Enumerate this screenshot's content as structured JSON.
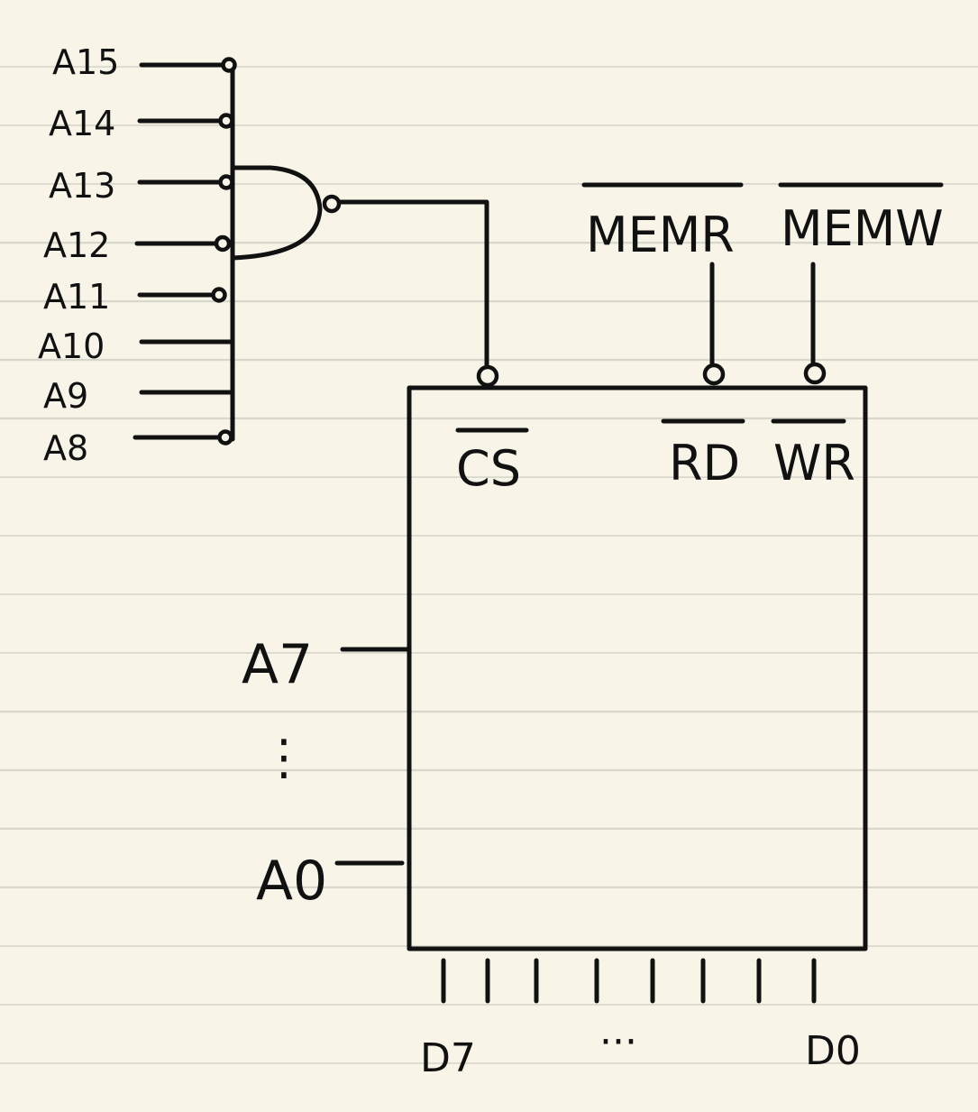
{
  "decoder": {
    "inputs": [
      "A15",
      "A14",
      "A13",
      "A12",
      "A11",
      "A10",
      "A9",
      "A8"
    ],
    "inverted": [
      true,
      true,
      true,
      true,
      true,
      false,
      false,
      true
    ],
    "gate": "NAND"
  },
  "control": {
    "memr": "MEMR",
    "memw": "MEMW"
  },
  "chip": {
    "cs": "CS",
    "rd": "RD",
    "wr": "WR"
  },
  "address_bus": {
    "high": "A7",
    "dots": "⋮",
    "low": "A0"
  },
  "data_bus": {
    "high": "D7",
    "dots": "···",
    "low": "D0",
    "line_count": 8
  }
}
